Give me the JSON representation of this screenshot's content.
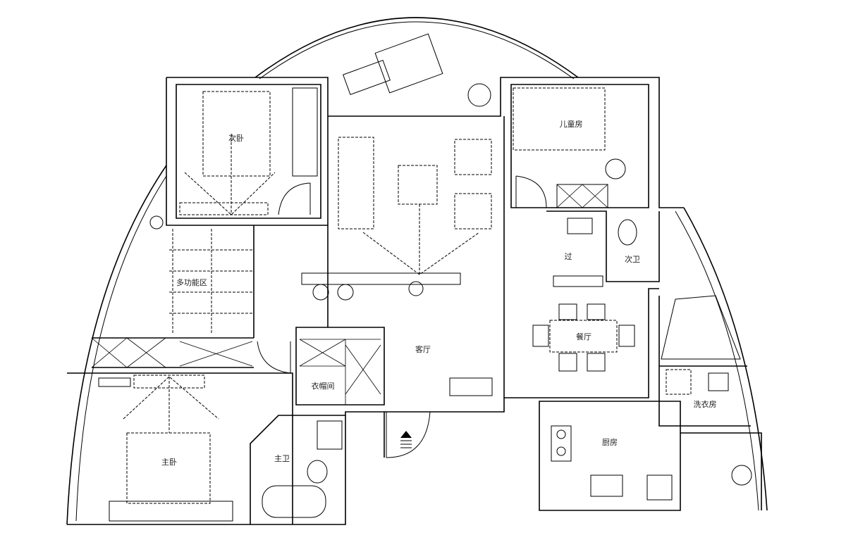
{
  "rooms": {
    "secondary_bedroom": {
      "label": "次卧"
    },
    "kids_room": {
      "label": "儿童房"
    },
    "multi_function": {
      "label": "多功能区"
    },
    "living_room": {
      "label": "客厅"
    },
    "dining_room": {
      "label": "餐厅"
    },
    "corridor": {
      "label": "过"
    },
    "secondary_bath": {
      "label": "次卫"
    },
    "closet": {
      "label": "衣帽间"
    },
    "master_bath": {
      "label": "主卫"
    },
    "master_bedroom": {
      "label": "主卧"
    },
    "kitchen": {
      "label": "厨房"
    },
    "laundry": {
      "label": "洗衣房"
    }
  },
  "colors": {
    "line": "#000000",
    "background": "#ffffff"
  }
}
